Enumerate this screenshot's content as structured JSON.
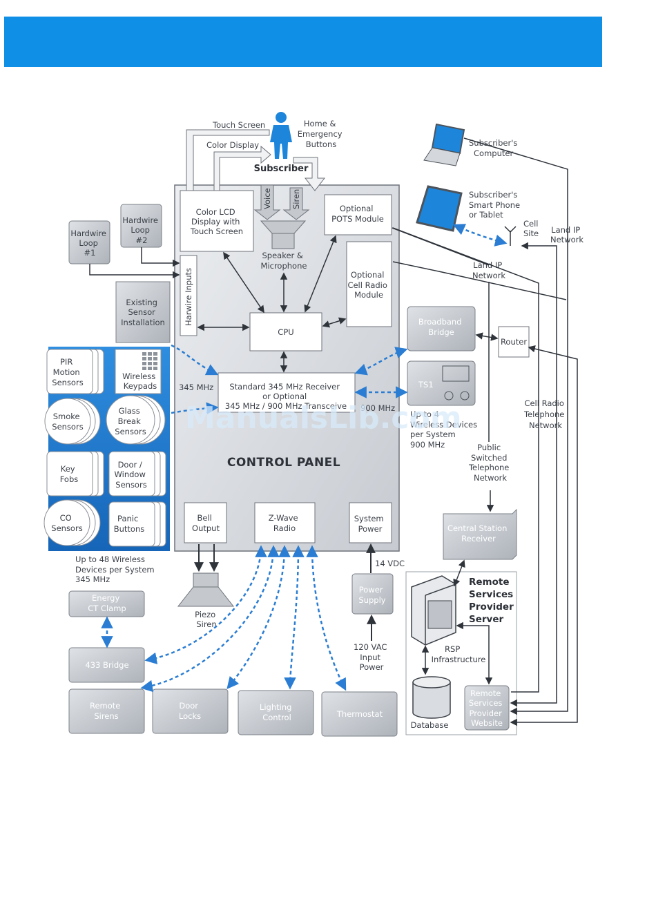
{
  "banner": {
    "color": "#0f8fe6"
  },
  "colors": {
    "wireless": "#2a7dd3",
    "panel_fill": "#dcdfe3",
    "box_grey": "#c9ccd1",
    "sensor_bg": "#1f7ed3"
  },
  "subscriber": {
    "label": "Subscriber",
    "touch_screen": "Touch Screen",
    "color_display": "Color Display",
    "home_emergency": [
      "Home &",
      "Emergency",
      "Buttons"
    ],
    "voice": "Voice",
    "siren": "Siren",
    "icon": "person-icon"
  },
  "control_panel": {
    "title": "CONTROL PANEL",
    "lcd": [
      "Color LCD",
      "Display with",
      "Touch Screen"
    ],
    "speaker": [
      "Speaker &",
      "Microphone"
    ],
    "pots": [
      "Optional",
      "POTS Module"
    ],
    "cell_radio_module": [
      "Optional",
      "Cell Radio",
      "Module"
    ],
    "hardwire_inputs": "Harwire Inputs",
    "cpu": "CPU",
    "freq_345": "345 MHz",
    "receiver": [
      "Standard 345 MHz Receiver",
      "or Optional",
      "345 MHz / 900 MHz Transceive"
    ],
    "freq_900": "900 MHz",
    "bell_output": [
      "Bell",
      "Output"
    ],
    "zwave_radio": [
      "Z-Wave",
      "Radio"
    ],
    "system_power": [
      "System",
      "Power"
    ]
  },
  "hardwire": {
    "loop1": [
      "Hardwire",
      "Loop",
      "#1"
    ],
    "loop2": [
      "Hardwire",
      "Loop",
      "#2"
    ],
    "existing": [
      "Existing",
      "Sensor",
      "Installation"
    ]
  },
  "wireless_sensors": {
    "pir": [
      "PIR",
      "Motion",
      "Sensors"
    ],
    "keypads": [
      "Wireless",
      "Keypads"
    ],
    "smoke": [
      "Smoke",
      "Sensors"
    ],
    "glass": [
      "Glass",
      "Break",
      "Sensors"
    ],
    "key_fobs": [
      "Key",
      "Fobs"
    ],
    "door_window": [
      "Door /",
      "Window",
      "Sensors"
    ],
    "co": [
      "CO",
      "Sensors"
    ],
    "panic": [
      "Panic",
      "Buttons"
    ],
    "note": [
      "Up to 48 Wireless",
      "Devices per System",
      "345 MHz"
    ]
  },
  "right_side": {
    "subscriber_computer": [
      "Subscriber's",
      "Computer"
    ],
    "smart_phone": [
      "Subscriber's",
      "Smart Phone",
      "or Tablet"
    ],
    "cell_site": [
      "Cell",
      "Site"
    ],
    "land_ip_top": [
      "Land IP",
      "Network"
    ],
    "land_ip_mid": [
      "Land IP",
      "Network"
    ],
    "broadband_bridge": [
      "Broadband",
      "Bridge"
    ],
    "router": "Router",
    "ts1": "TS1",
    "ts_note": [
      "Up to 4",
      "Wireless Devices",
      "per System",
      "900 MHz"
    ],
    "pstn": [
      "Public",
      "Switched",
      "Telephone",
      "Network"
    ],
    "cell_radio_network": [
      "Cell Radio",
      "Telephone",
      "Network"
    ],
    "central_station": [
      "Central Station",
      "Receiver"
    ],
    "rsp_server": [
      "Remote",
      "Services",
      "Provider",
      "Server"
    ],
    "rsp_infra": [
      "RSP",
      "Infrastructure"
    ],
    "database": "Database",
    "rsp_website": [
      "Remote",
      "Services",
      "Provider",
      "Website"
    ]
  },
  "bottom": {
    "piezo": [
      "Piezo",
      "Siren"
    ],
    "vdc": "14 VDC",
    "power_supply": [
      "Power",
      "Supply"
    ],
    "input_power": [
      "120 VAC",
      "Input",
      "Power"
    ],
    "energy_clamp": [
      "Energy",
      "CT Clamp"
    ],
    "bridge_433": "433 Bridge",
    "remote_sirens": [
      "Remote",
      "Sirens"
    ],
    "door_locks": [
      "Door",
      "Locks"
    ],
    "lighting": [
      "Lighting",
      "Control"
    ],
    "thermostat": "Thermostat"
  },
  "watermark": "ManualsLib.com"
}
